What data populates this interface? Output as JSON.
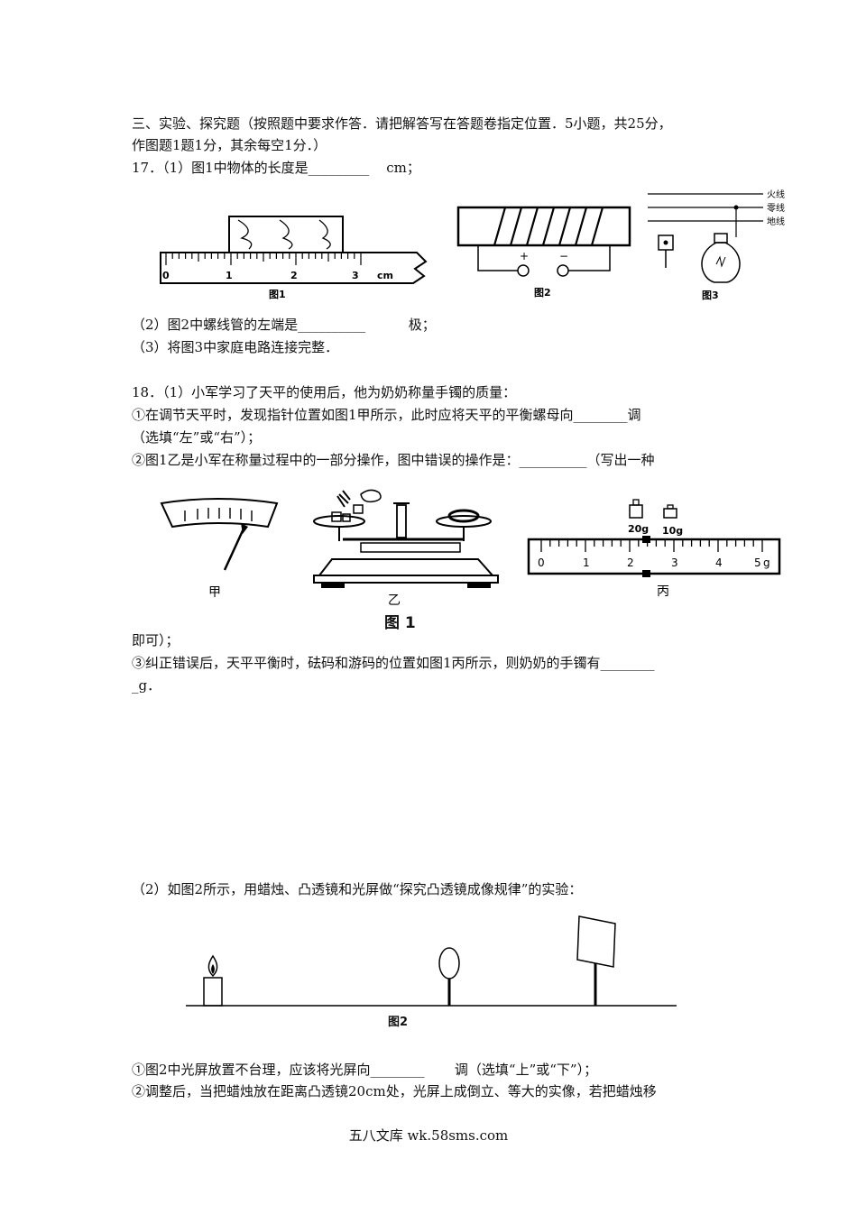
{
  "section": {
    "line1": "三、实验、探究题（按照题中要求作答．请把解答写在答题卷指定位置．5小题，共25分，",
    "line2": "作图题1题1分，其余每空1分．）"
  },
  "q17": {
    "p1": "17．（1）图1中物体的长度是_________    cm；",
    "p2": "（2）图2中螺线管的左端是__________          极；",
    "p3": "（3）将图3中家庭电路连接完整．",
    "fig1": {
      "ticks": [
        "0",
        "1",
        "2",
        "3",
        "cm"
      ],
      "caption": "图1"
    },
    "fig2": {
      "plus": "+",
      "minus": "−",
      "caption": "图2"
    },
    "fig3": {
      "wires": [
        "火线",
        "零线",
        "地线"
      ],
      "caption": "图3"
    }
  },
  "q18": {
    "p1": "18．（1）小军学习了天平的使用后，他为奶奶称量手镯的质量：",
    "p2": "①在调节天平时，发现指针位置如图1甲所示，此时应将天平的平衡螺母向________调",
    "p3": "（选填“左”或“右”）；",
    "p4": "②图1乙是小军在称量过程中的一部分操作，图中错误的操作是：__________（写出一种",
    "fig": {
      "label_a": "甲",
      "label_b": "乙",
      "label_c": "丙",
      "title": "图 1",
      "weights": [
        "20g",
        "10g"
      ],
      "scale": [
        "0",
        "1",
        "2",
        "3",
        "4",
        "5",
        "g"
      ]
    },
    "p5": "即可）；",
    "p6": "③纠正错误后，天平平衡时，砝码和游码的位置如图1丙所示，则奶奶的手镯有________",
    "p7": "_g．",
    "p8": "（2）如图2所示，用蜡烛、凸透镜和光屏做“探究凸透镜成像规律”的实验：",
    "fig2_caption": "图2",
    "p9": "①图2中光屏放置不台理，应该将光屏向________       调（选填“上”或“下”）；",
    "p10": "②调整后，当把蜡烛放在距离凸透镜20cm处，光屏上成倒立、等大的实像，若把蜡烛移"
  },
  "footer": "五八文库 wk.58sms.com"
}
